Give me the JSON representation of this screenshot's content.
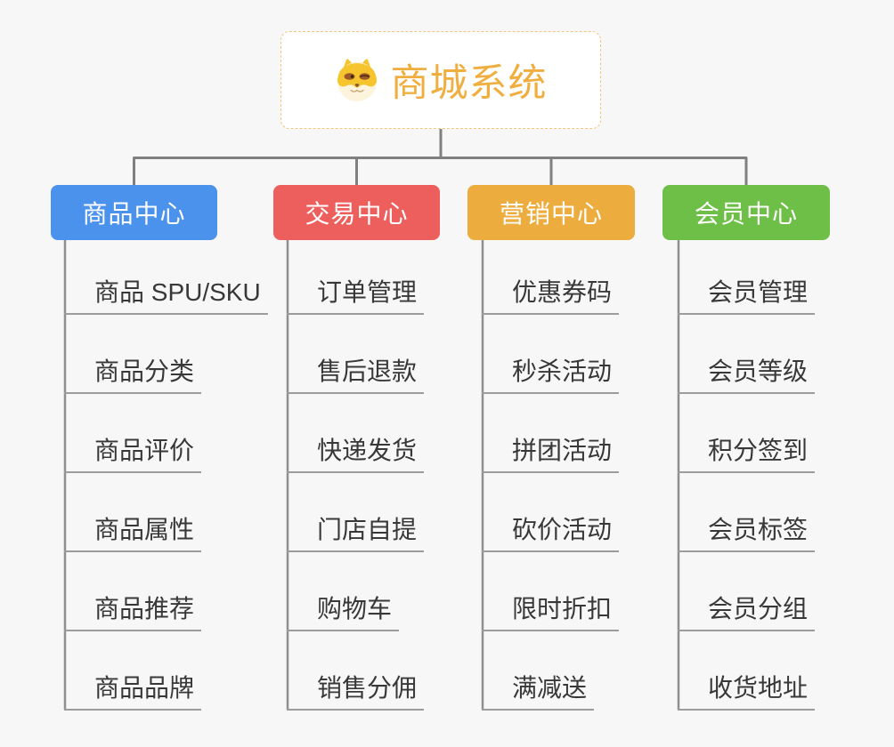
{
  "canvas": {
    "background": "#f7f7f7"
  },
  "root": {
    "title": "商城系统",
    "icon": "doge-icon",
    "text_color": "#efae3f",
    "border_color": "#f3c57a",
    "background": "#ffffff"
  },
  "connectors": {
    "main_line_color": "#808080",
    "trunk_line_color": "#8f8f8f",
    "underline_color": "#9c9c9c"
  },
  "branches": [
    {
      "label": "商品中心",
      "color": "#4b92ec",
      "children": [
        "商品 SPU/SKU",
        "商品分类",
        "商品评价",
        "商品属性",
        "商品推荐",
        "商品品牌"
      ]
    },
    {
      "label": "交易中心",
      "color": "#ed5f5c",
      "children": [
        "订单管理",
        "售后退款",
        "快递发货",
        "门店自提",
        "购物车",
        "销售分佣"
      ]
    },
    {
      "label": "营销中心",
      "color": "#edad3e",
      "children": [
        "优惠券码",
        "秒杀活动",
        "拼团活动",
        "砍价活动",
        "限时折扣",
        "满减送"
      ]
    },
    {
      "label": "会员中心",
      "color": "#6ebf47",
      "children": [
        "会员管理",
        "会员等级",
        "积分签到",
        "会员标签",
        "会员分组",
        "收货地址"
      ]
    }
  ]
}
